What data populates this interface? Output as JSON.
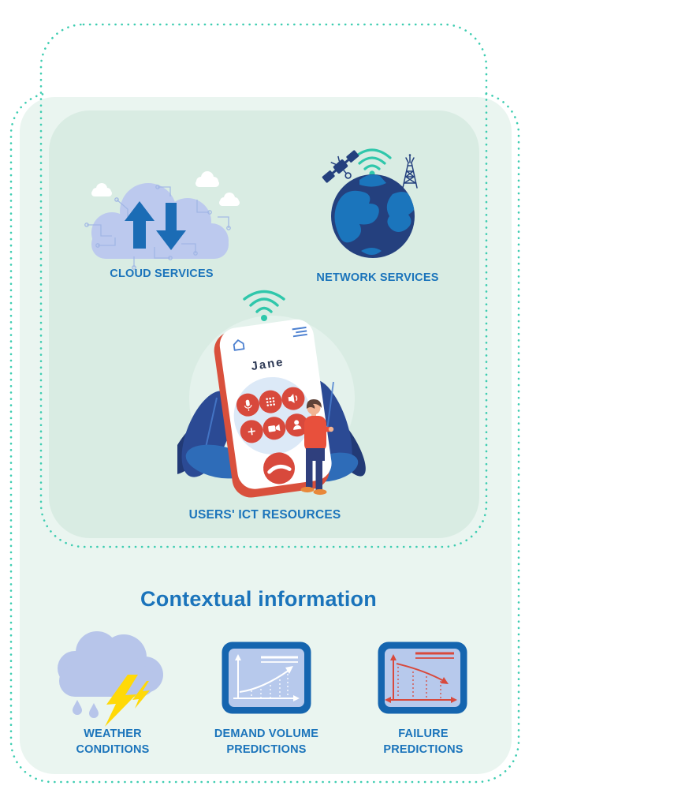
{
  "palette": {
    "dot_teal": "#3ecdb1",
    "panel_light_green": "#eaf5f0",
    "panel_mint": "#d9ece3",
    "label_blue": "#1b74bb",
    "icon_blue": "#1b6cb5",
    "navy": "#24407e",
    "leaf_navy": "#2b4a94",
    "red": "#d8493c",
    "periwinkle": "#b7c5ea",
    "tablet_screen": "#b7c9ec",
    "lightning_yellow": "#ffd908",
    "wifi_teal": "#2fc7ab"
  },
  "icons": {
    "cloud": "cloud-with-upload-download-arrows",
    "network": "globe-with-satellite-and-radio-tower",
    "users": "smartphone-call-screen-with-person",
    "weather": "storm-cloud-rain-lightning",
    "demand": "tablet-rising-line-chart",
    "failure": "tablet-falling-line-chart",
    "wifi": "wifi-signal"
  },
  "diagram": {
    "inner_panel": {
      "cloud_label": "CLOUD SERVICES",
      "network_label": "NETWORK SERVICES",
      "users_label": "USERS' ICT RESOURCES"
    },
    "phone": {
      "contact_name": "Jane"
    },
    "contextual": {
      "heading": "Contextual information",
      "weather_label": "WEATHER\nCONDITIONS",
      "demand_label": "DEMAND VOLUME\nPREDICTIONS",
      "failure_label": "FAILURE\nPREDICTIONS"
    }
  }
}
